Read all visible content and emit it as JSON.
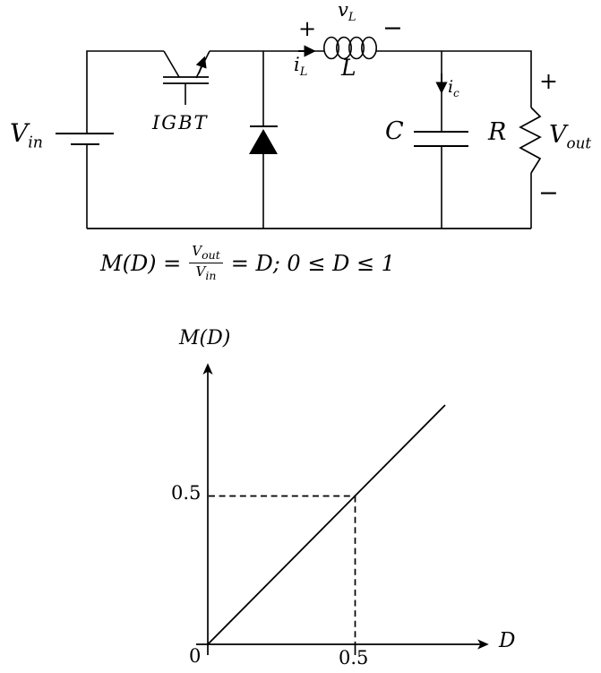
{
  "figure": {
    "background": "#ffffff",
    "ink": "#000000"
  },
  "circuit": {
    "source_label": {
      "main": "V",
      "sub": "in"
    },
    "switch_label": "IGBT",
    "inductor_voltage": {
      "plus": "+",
      "main": "v",
      "sub": "L",
      "minus": "−"
    },
    "inductor_current": {
      "main": "i",
      "sub": "L"
    },
    "inductor_label": "L",
    "capacitor_current": {
      "main": "i",
      "sub": "c"
    },
    "capacitor_label": "C",
    "resistor_label": "R",
    "output_label": {
      "plus": "+",
      "main": "V",
      "sub": "out",
      "minus": "−"
    }
  },
  "formula": {
    "lhs": "M(D) =",
    "fraction": {
      "num_main": "V",
      "num_sub": "out",
      "den_main": "V",
      "den_sub": "in"
    },
    "rhs": "= D; 0 ≤ D ≤ 1"
  },
  "chart_data": {
    "type": "line",
    "title": "",
    "xlabel": "D",
    "ylabel": "M(D)",
    "equation": "M(D) = D",
    "series": [
      {
        "name": "M(D) = D",
        "x": [
          0,
          0.8
        ],
        "y": [
          0,
          0.8
        ]
      }
    ],
    "x_ticks": [
      {
        "value": 0,
        "label": "0"
      },
      {
        "value": 0.5,
        "label": "0.5"
      }
    ],
    "y_ticks": [
      {
        "value": 0.5,
        "label": "0.5"
      }
    ],
    "dashed_guides": [
      {
        "x": 0.5,
        "y": 0.5
      }
    ],
    "xlim": [
      0,
      0.95
    ],
    "ylim": [
      0,
      0.95
    ],
    "grid": false,
    "legend": false
  }
}
